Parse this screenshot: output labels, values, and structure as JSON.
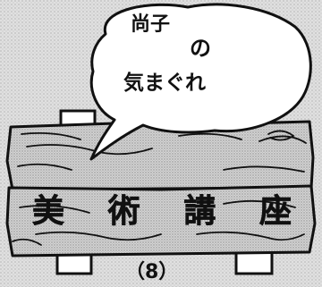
{
  "bubble": {
    "line1": "尚子",
    "line2": "の",
    "line3": "気まぐれ"
  },
  "sign": {
    "title": "美術講座"
  },
  "issue": {
    "number": "（8）"
  },
  "colors": {
    "ink": "#111111",
    "paper": "#ffffff",
    "screen_tone": "#bdbdbd"
  }
}
